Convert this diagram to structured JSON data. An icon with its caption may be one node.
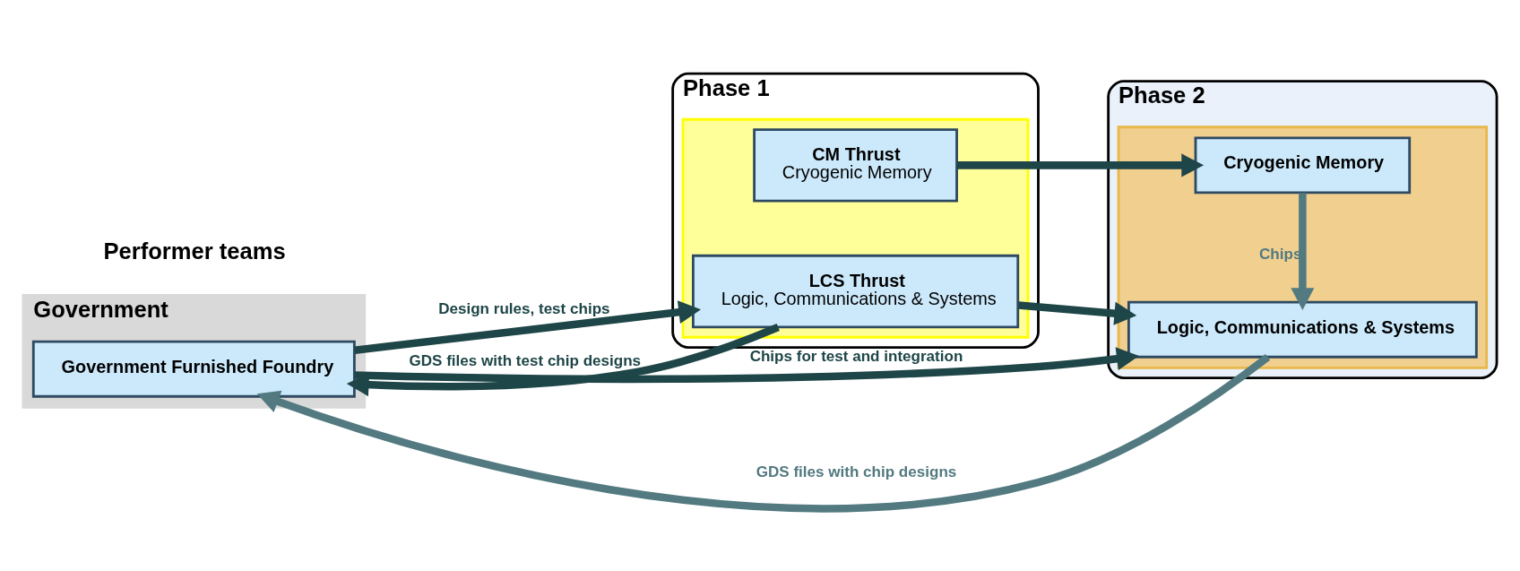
{
  "diagram": {
    "nodes": [
      {
        "text": [
          "Government"
        ]
      },
      {
        "text": [
          "Government Furnished Foundry"
        ],
        "in": 0
      },
      {
        "text": [
          "Phase 1"
        ]
      },
      {
        "text": [],
        "shape": "box",
        "in": 2
      },
      {
        "text": [
          "LCS Thrust",
          "Logic, Communications & Systems"
        ],
        "in": 3
      },
      {
        "text": [
          "CM Thrust",
          "Cryogenic Memory"
        ],
        "in": 3
      },
      {
        "text": [
          "Phase 2"
        ]
      },
      {
        "text": [],
        "shape": "box",
        "in": 6
      },
      {
        "text": [
          "Logic, Communications & Systems"
        ],
        "in": 7
      },
      {
        "text": [
          "Cryogenic Memory"
        ],
        "in": 7
      }
    ],
    "edges": [
      {
        "from": 1,
        "to": 4,
        "arrow": "to",
        "label": "Design rules, test chips"
      },
      {
        "from": 4,
        "to": 1,
        "arrow": "to",
        "label": "GDS files with test chip designs"
      },
      {
        "from": 4,
        "to": 8,
        "arrow": "to"
      },
      {
        "from": 5,
        "to": 9,
        "arrow": "to"
      },
      {
        "from": 8,
        "to": 1,
        "arrow": "to",
        "label": "GDS files with chip designs",
        "color": "#527a80"
      },
      {
        "from": 1,
        "to": 8,
        "arrow": "to",
        "label": "Chips for test and integration"
      },
      {
        "from": 9,
        "to": 8,
        "arrow": "to",
        "label": "Chips",
        "color": "#527a80"
      }
    ],
    "labels": [
      "Performer teams"
    ]
  }
}
